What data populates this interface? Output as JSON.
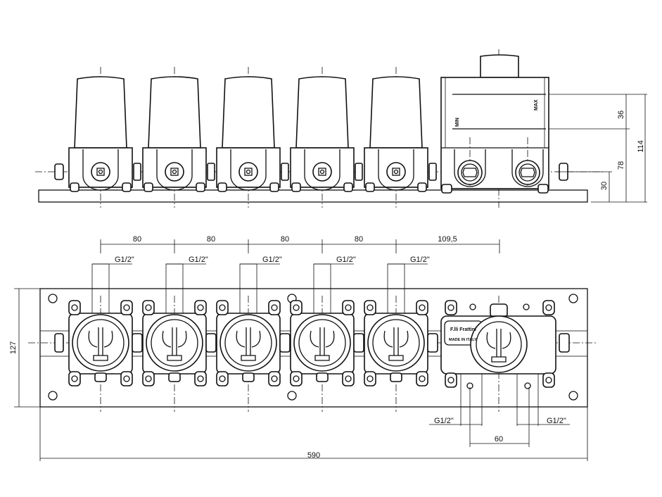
{
  "drawing": {
    "front_view": {
      "level_marks": {
        "max": "MAX",
        "min": "MIN"
      },
      "dimensions": {
        "d36": "36",
        "d78": "78",
        "d30": "30",
        "d114": "114"
      }
    },
    "top_view": {
      "module_spacing": [
        "80",
        "80",
        "80",
        "80"
      ],
      "mixer_offset": "109,5",
      "inlet_thread": [
        "G1/2\"",
        "G1/2\"",
        "G1/2\"",
        "G1/2\"",
        "G1/2\""
      ],
      "mixer_threads": [
        "G1/2\"",
        "G1/2\""
      ],
      "mixer_spacing": "60",
      "overall_length": "590",
      "overall_width": "127",
      "badge": {
        "brand": "F.lli Frattini",
        "origin": "MADE IN ITALY"
      }
    }
  }
}
